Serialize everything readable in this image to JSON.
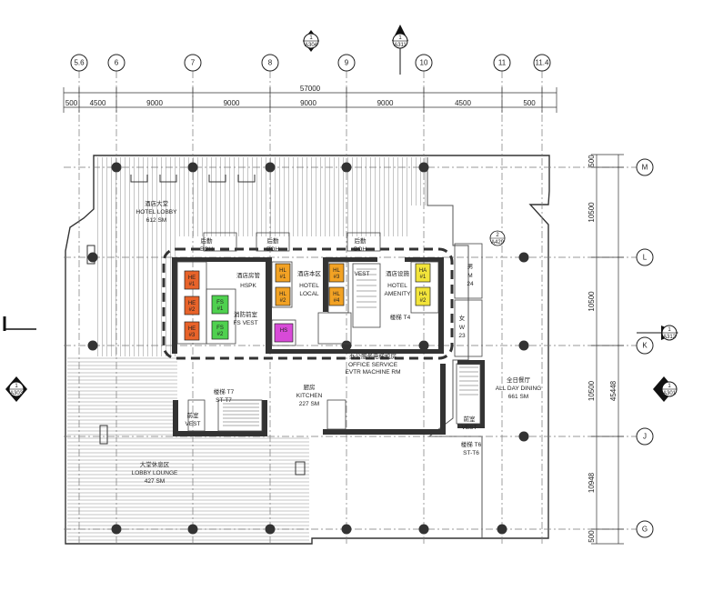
{
  "grid_columns": [
    "5.6",
    "6",
    "7",
    "8",
    "9",
    "10",
    "11",
    "11.4"
  ],
  "grid_rows": [
    "M",
    "L",
    "K",
    "J",
    "G"
  ],
  "top_overall_dimension": "57000",
  "top_dimensions": [
    "500",
    "4500",
    "9000",
    "9000",
    "9000",
    "9000",
    "4500",
    "500"
  ],
  "right_overall_dimension": "45448",
  "right_dimensions": [
    "500",
    "10500",
    "10500",
    "10500",
    "10948",
    "500"
  ],
  "section_callouts": {
    "top_a304": {
      "num": "1",
      "sheet": "A304"
    },
    "top_a311": {
      "num": "1",
      "sheet": "A311"
    },
    "right_a312": {
      "num": "1",
      "sheet": "A312"
    },
    "right_a301": {
      "num": "1",
      "sheet": "A301"
    },
    "left_a303": {
      "num": "1",
      "sheet": "A303"
    },
    "detail_a429": {
      "num": "2",
      "sheet": "A429"
    }
  },
  "rooms": {
    "hotel_lobby": {
      "cn": "酒店大堂",
      "en": "HOTEL LOBBY",
      "area": "612 SM"
    },
    "lobby_lounge": {
      "cn": "大堂休息区",
      "en": "LOBBY LOUNGE",
      "area": "427 SM"
    },
    "kitchen": {
      "cn": "厨房",
      "en": "KITCHEN",
      "area": "227 SM"
    },
    "all_day_dining": {
      "cn": "全日餐厅",
      "en": "ALL DAY DINING",
      "area": "661 SM"
    },
    "office_service": {
      "cn": "办公服务电梯机房",
      "en1": "OFFICE SERVICE",
      "en2": "EVTR MACHINE RM"
    },
    "hotel_local": {
      "cn": "酒店本区",
      "en1": "HOTEL",
      "en2": "LOCAL"
    },
    "hotel_amenity": {
      "cn": "酒店设施",
      "en1": "HOTEL",
      "en2": "AMENITY"
    },
    "hspk": {
      "cn": "酒店房管",
      "en": "HSPK"
    },
    "fs_vest": {
      "cn": "消防前室",
      "en": "FS VEST"
    },
    "vest1": {
      "en": "VEST"
    },
    "vest2": {
      "cn": "前室",
      "en": "VEST"
    },
    "vest3": {
      "cn": "前室",
      "en": "VEST"
    },
    "stair_t7": {
      "cn": "楼梯 T7",
      "en": "ST-T7"
    },
    "stair_t6": {
      "cn": "楼梯 T6",
      "en": "ST-T6"
    },
    "stair_t4": {
      "cn": "楼梯 T4"
    },
    "men": {
      "cn": "男",
      "code": "M",
      "num": "24"
    },
    "women": {
      "cn": "女",
      "code": "W",
      "num": "23"
    },
    "back1": {
      "cn": "后勤",
      "code": "BOH"
    },
    "back2": {
      "cn": "后勤",
      "code": "BOH"
    },
    "back3": {
      "cn": "后勤",
      "code": "BOH"
    }
  },
  "elevators": {
    "he": [
      "HE #1",
      "HE #2",
      "HE #3"
    ],
    "fs": [
      "FS #1",
      "FS #2"
    ],
    "hl_left": [
      "HL #1",
      "HL #2"
    ],
    "hl_right": [
      "HL #3",
      "HL #4"
    ],
    "ha": [
      "HA #1",
      "HA #2"
    ],
    "hs": "HS"
  },
  "colors": {
    "he": "#e8632a",
    "fs": "#4fd14f",
    "hl": "#f2a224",
    "ha": "#f2e43a",
    "hs": "#d84ad8"
  }
}
